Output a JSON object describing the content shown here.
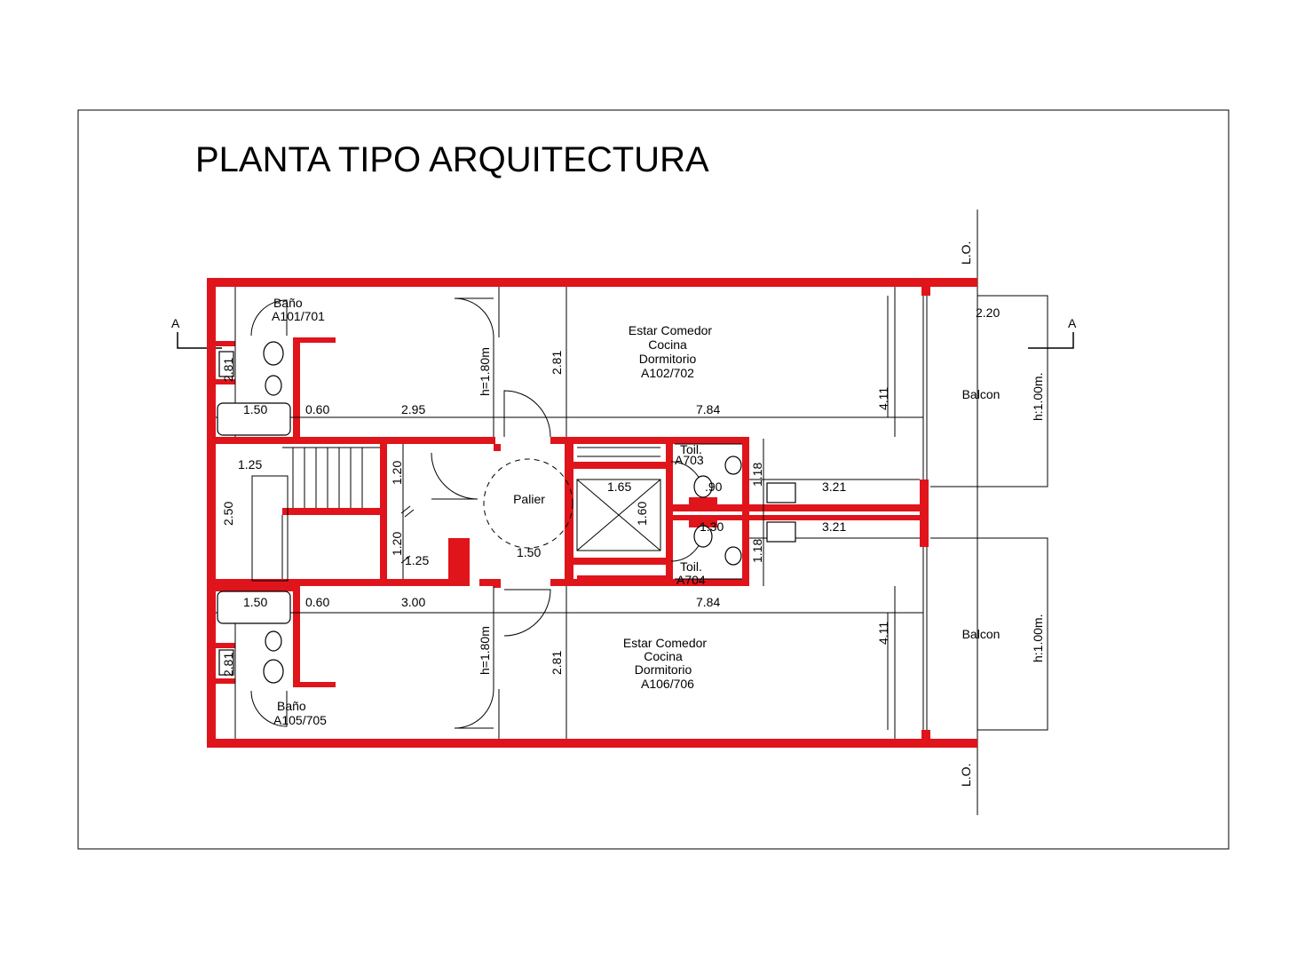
{
  "title": "PLANTA TIPO ARQUITECTURA",
  "section_marks": {
    "left": "A",
    "right": "A"
  },
  "lo_top": "L.O.",
  "lo_bottom": "L.O.",
  "rooms": {
    "bano_top": {
      "name": "Baño",
      "code": "A101/701"
    },
    "bano_bottom": {
      "name": "Baño",
      "code": "A105/705"
    },
    "unit_top": {
      "line1": "Estar Comedor",
      "line2": "Cocina",
      "line3": "Dormitorio",
      "code": "A102/702"
    },
    "unit_bottom": {
      "line1": "Estar Comedor",
      "line2": "Cocina",
      "line3": "Dormitorio",
      "code": "A106/706"
    },
    "balcon_top": "Balcon",
    "balcon_bottom": "Balcon",
    "palier": "Palier",
    "toil_top": {
      "name": "Toil.",
      "code": "A703"
    },
    "toil_bottom": {
      "name": "Toil.",
      "code": "A704"
    }
  },
  "dimensions": {
    "bath_w_top": "1.50",
    "gap_top": "0.60",
    "hall_top": "2.95",
    "unit_w_top": "7.84",
    "bath_h_top": "2.81",
    "h_top": "h=1.80m",
    "unit_h_top_left": "2.81",
    "unit_h_top_right": "4.11",
    "balcon_w": "2.20",
    "balcon_h_top": "h:1.00m.",
    "stair_w": "1.25",
    "stair_h": "2.50",
    "flight_top": "1.20",
    "flight_bottom": "1.20",
    "landing": "1.25",
    "lift_w": "1.65",
    "lift_h": "1.60",
    "palier_w": "1.50",
    "toil_h_top": "1.18",
    "toil_h_bottom": "1.18",
    "toil_door_top": ".90",
    "toil_door_bottom": "1.30",
    "duct_top": "3.21",
    "duct_bottom": "3.21",
    "bath_w_bottom": "1.50",
    "gap_bottom": "0.60",
    "hall_bottom": "3.00",
    "unit_w_bottom": "7.84",
    "bath_h_bottom": "2.81",
    "h_bottom": "h=1.80m",
    "unit_h_bottom_left": "2.81",
    "unit_h_bottom_right": "4.11",
    "balcon_h_bottom": "h:1.00m."
  }
}
